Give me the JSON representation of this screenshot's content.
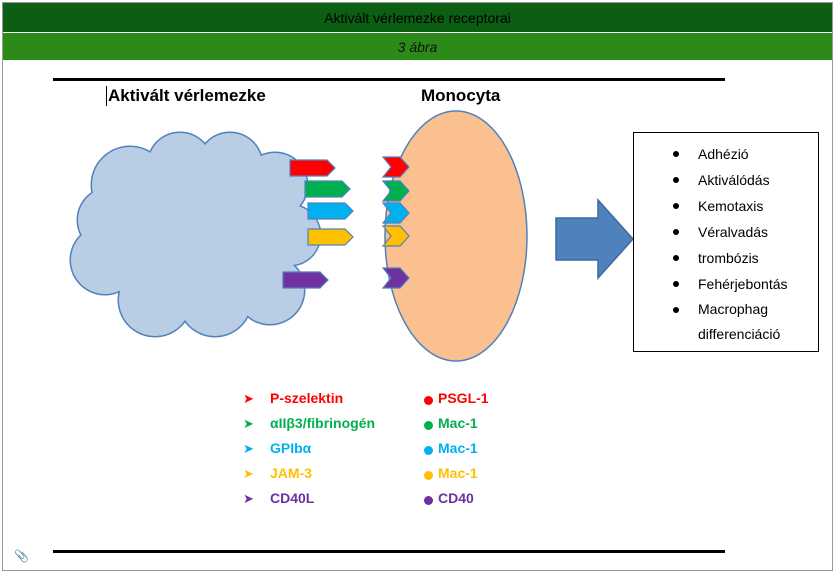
{
  "header": {
    "title": "Aktivált vérlemezke receptorai",
    "subtitle": "3 ábra"
  },
  "diagram": {
    "left_label": "Aktivált vérlemezke",
    "right_label": "Monocyta",
    "outcomes": [
      "Adhézió",
      "Aktiválódás",
      "Kemotaxis",
      "Véralvadás",
      "trombózis",
      "Fehérjebontás",
      "Macrophag",
      "differenciáció"
    ],
    "legend": [
      {
        "receptor": "P-szelektin",
        "ligand": "PSGL-1",
        "color": "#ff0000"
      },
      {
        "receptor": "αIIβ3/fibrinogén",
        "ligand": "Mac-1",
        "color": "#00b050"
      },
      {
        "receptor": "GPIbα",
        "ligand": "Mac-1",
        "color": "#00b0f0"
      },
      {
        "receptor": "JAM-3",
        "ligand": "Mac-1",
        "color": "#ffc000"
      },
      {
        "receptor": "CD40L",
        "ligand": "CD40",
        "color": "#7030a0"
      }
    ],
    "colors": {
      "platelet_fill": "#b9cde5",
      "platelet_stroke": "#4f81bd",
      "monocyte_fill": "#fac090",
      "monocyte_stroke": "#4f81bd",
      "big_arrow": "#4f81bd"
    },
    "icons": {
      "attachment": "paperclip-icon"
    }
  }
}
